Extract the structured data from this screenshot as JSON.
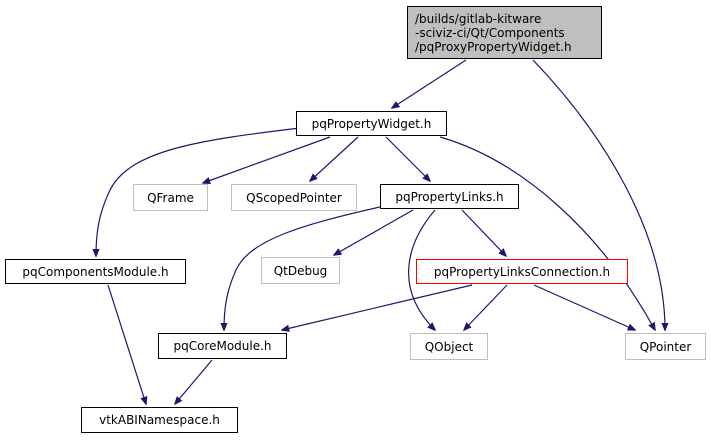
{
  "diagram": {
    "type": "include-dependency-graph",
    "edge_color": "#191970",
    "root": {
      "id": "root",
      "lines": [
        "/builds/gitlab-kitware",
        "-sciviz-ci/Qt/Components",
        "/pqProxyPropertyWidget.h"
      ],
      "fill": "#bfbfbf"
    },
    "nodes": [
      {
        "id": "pqPropertyWidget",
        "label": "pqPropertyWidget.h",
        "kind": "documented"
      },
      {
        "id": "QFrame",
        "label": "QFrame",
        "kind": "external"
      },
      {
        "id": "QScopedPointer",
        "label": "QScopedPointer",
        "kind": "external"
      },
      {
        "id": "pqPropertyLinks",
        "label": "pqPropertyLinks.h",
        "kind": "documented"
      },
      {
        "id": "pqComponentsModule",
        "label": "pqComponentsModule.h",
        "kind": "documented"
      },
      {
        "id": "QtDebug",
        "label": "QtDebug",
        "kind": "external"
      },
      {
        "id": "pqPropertyLinksConnection",
        "label": "pqPropertyLinksConnection.h",
        "kind": "truncated"
      },
      {
        "id": "pqCoreModule",
        "label": "pqCoreModule.h",
        "kind": "documented"
      },
      {
        "id": "QObject",
        "label": "QObject",
        "kind": "external"
      },
      {
        "id": "QPointer",
        "label": "QPointer",
        "kind": "external"
      },
      {
        "id": "vtkABINamespace",
        "label": "vtkABINamespace.h",
        "kind": "documented"
      }
    ],
    "edges": [
      {
        "from": "root",
        "to": "pqPropertyWidget"
      },
      {
        "from": "root",
        "to": "QPointer"
      },
      {
        "from": "pqPropertyWidget",
        "to": "pqComponentsModule"
      },
      {
        "from": "pqPropertyWidget",
        "to": "QFrame"
      },
      {
        "from": "pqPropertyWidget",
        "to": "QScopedPointer"
      },
      {
        "from": "pqPropertyWidget",
        "to": "pqPropertyLinks"
      },
      {
        "from": "pqPropertyWidget",
        "to": "QPointer"
      },
      {
        "from": "pqPropertyLinks",
        "to": "pqCoreModule"
      },
      {
        "from": "pqPropertyLinks",
        "to": "QtDebug"
      },
      {
        "from": "pqPropertyLinks",
        "to": "pqPropertyLinksConnection"
      },
      {
        "from": "pqPropertyLinks",
        "to": "QObject"
      },
      {
        "from": "pqPropertyLinksConnection",
        "to": "pqCoreModule"
      },
      {
        "from": "pqPropertyLinksConnection",
        "to": "QObject"
      },
      {
        "from": "pqPropertyLinksConnection",
        "to": "QPointer"
      },
      {
        "from": "pqComponentsModule",
        "to": "vtkABINamespace"
      },
      {
        "from": "pqCoreModule",
        "to": "vtkABINamespace"
      }
    ]
  }
}
